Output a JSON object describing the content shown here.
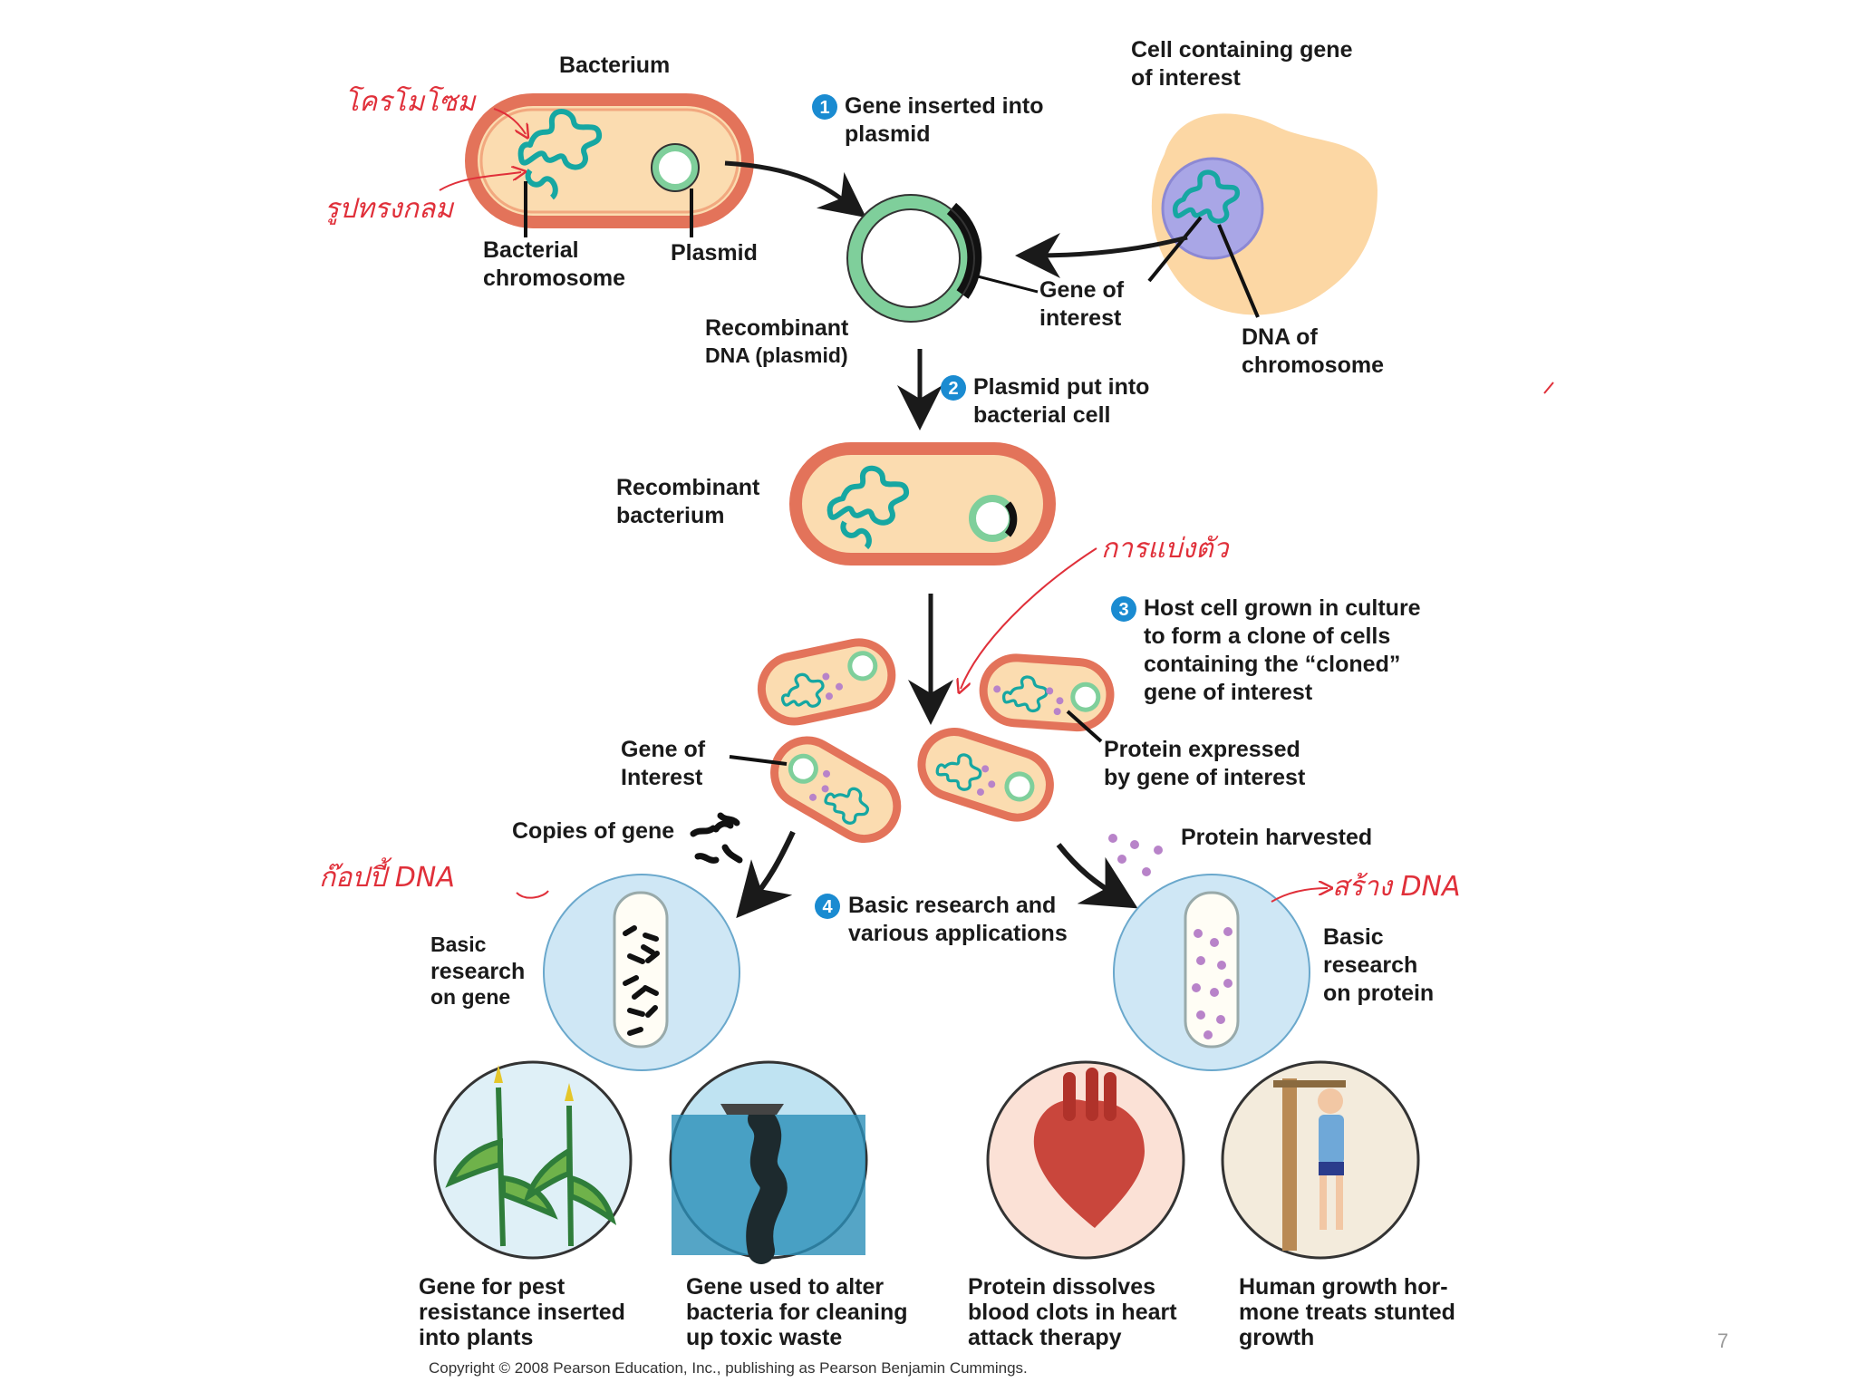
{
  "labels": {
    "bacterium": "Bacterium",
    "cell_gene_1": "Cell containing gene",
    "cell_gene_2": "of interest",
    "step1_num": "1",
    "step1_1": "Gene inserted into",
    "step1_2": "plasmid",
    "bacterial_chromosome_1": "Bacterial",
    "bacterial_chromosome_2": "chromosome",
    "plasmid": "Plasmid",
    "gene_of_interest_top_1": "Gene of",
    "gene_of_interest_top_2": "interest",
    "recombinant_dna_1": "Recombinant",
    "recombinant_dna_2": "DNA (plasmid)",
    "dna_chromosome_1": "DNA of",
    "dna_chromosome_2": "chromosome",
    "step2_num": "2",
    "step2_1": "Plasmid put into",
    "step2_2": "bacterial cell",
    "recombinant_bacterium_1": "Recombinant",
    "recombinant_bacterium_2": "bacterium",
    "step3_num": "3",
    "step3_1": "Host cell grown in culture",
    "step3_2": "to form a clone of cells",
    "step3_3": "containing the “cloned”",
    "step3_4": "gene of interest",
    "gene_of_interest_mid_1": "Gene of",
    "gene_of_interest_mid_2": "Interest",
    "protein_expressed_1": "Protein expressed",
    "protein_expressed_2": "by gene of interest",
    "copies_of_gene": "Copies of gene",
    "protein_harvested": "Protein harvested",
    "step4_num": "4",
    "step4_1": "Basic research and",
    "step4_2": "various applications",
    "basic_gene_1": "Basic",
    "basic_gene_2": "research",
    "basic_gene_3": "on gene",
    "basic_protein_1": "Basic",
    "basic_protein_2": "research",
    "basic_protein_3": "on protein",
    "app1_1": "Gene for pest",
    "app1_2": "resistance inserted",
    "app1_3": "into plants",
    "app2_1": "Gene used to alter",
    "app2_2": "bacteria for cleaning",
    "app2_3": "up toxic waste",
    "app3_1": "Protein dissolves",
    "app3_2": "blood clots in heart",
    "app3_3": "attack therapy",
    "app4_1": "Human growth hor-",
    "app4_2": "mone treats stunted",
    "app4_3": "growth",
    "copyright": "Copyright © 2008 Pearson Education, Inc., publishing as Pearson Benjamin Cummings.",
    "page_number": "7"
  },
  "annotations": {
    "chromosome_thai": "โครโมโซม",
    "plasmid_thai": "รูปทรงกลม",
    "division_thai": "การแบ่งตัว",
    "copy_dna_thai": "ก๊อปปี้ DNA",
    "build_dna_thai": "สร้าง DNA"
  },
  "colors": {
    "cell_wall": "#e3735a",
    "cytoplasm": "#fbdcb0",
    "chromosome": "#16a7a2",
    "plasmid": "#7fcf9b",
    "gene_segment": "#111111",
    "nucleus": "#a9a6e6",
    "host_cell": "#fcd39a",
    "protein": "#b883c9",
    "step_badge": "#1a8bd1",
    "handwriting": "#e0303a",
    "app_circle_bg": "#cfe7f5"
  }
}
